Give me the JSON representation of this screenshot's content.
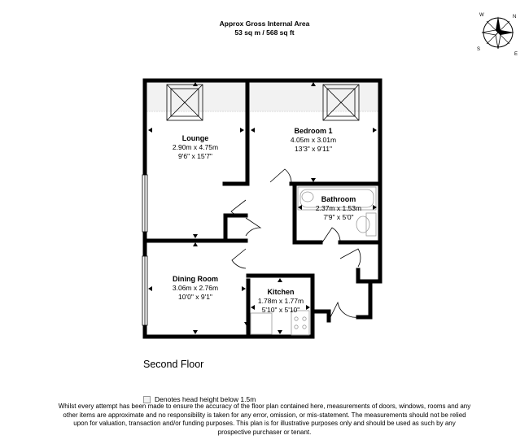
{
  "header": {
    "line1": "Approx Gross Internal Area",
    "line2": "53 sq m / 568 sq ft"
  },
  "compass": {
    "n": "N",
    "e": "E",
    "s": "S",
    "w": "W"
  },
  "rooms": {
    "lounge": {
      "name": "Lounge",
      "metric": "2.90m x 4.75m",
      "imperial": "9'6\" x 15'7\""
    },
    "bedroom": {
      "name": "Bedroom 1",
      "metric": "4.05m x 3.01m",
      "imperial": "13'3\" x 9'11\""
    },
    "bathroom": {
      "name": "Bathroom",
      "metric": "2.37m x 1.53m",
      "imperial": "7'9\" x 5'0\""
    },
    "dining": {
      "name": "Dining Room",
      "metric": "3.06m x 2.76m",
      "imperial": "10'0\" x 9'1\""
    },
    "kitchen": {
      "name": "Kitchen",
      "metric": "1.78m x 1.77m",
      "imperial": "5'10\" x 5'10\""
    }
  },
  "floor_name": "Second Floor",
  "legend": {
    "text": "Denotes head height below 1.5m"
  },
  "disclaimer": "Whilst every attempt has been made to ensure the accuracy of the floor plan contained here, measurements of doors, windows, rooms and any other items are approximate and no responsibility is taken for any error, omission, or mis-statement. The measurements should not be relied upon for valuation, transaction and/or funding purposes. This plan is for illustrative purposes only and should be used as such by any prospective purchaser or tenant.",
  "colors": {
    "wall": "#000000",
    "head_height_fill": "#f2f2f2",
    "fixture": "#9a9a9a"
  }
}
